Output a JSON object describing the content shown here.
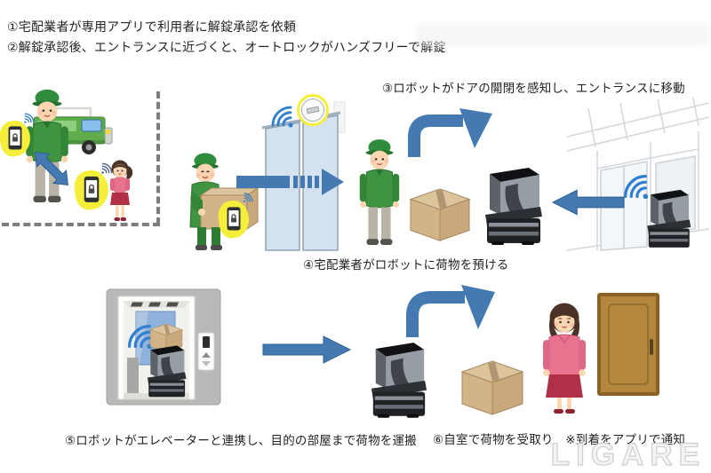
{
  "header": {
    "line1": "①宅配業者が専用アプリで利用者に解錠承認を依頼",
    "line2": "②解錠承認後、エントランスに近づくと、オートロックがハンズフリーで解錠"
  },
  "steps": {
    "step3": "③ロボットがドアの開閉を感知し、エントランスに移動",
    "step4": "④宅配業者がロボットに荷物を預ける",
    "step5": "⑤ロボットがエレベーターと連携し、目的の部屋まで荷物を運搬",
    "step6": "⑥自室で荷物を受取り　※到着をアプリで通知"
  },
  "watermark": {
    "text": "LIGARE"
  },
  "icons": {
    "wifi": "wifi-signal-arcs",
    "lock_phone": "smartphone-with-padlock",
    "sensor": "autolock-sensor-circle",
    "flow_arrow": "blue-flow-arrow",
    "robot": "delivery-robot",
    "box": "cardboard-box",
    "elevator": "elevator-cabin",
    "entrance": "entrance-glass-doors",
    "door": "apartment-wooden-door"
  },
  "colors": {
    "arrow_blue": "#4579b2",
    "wifi_blue": "#2f7fd0",
    "glow_yellow": "#f5ef3c",
    "uniform_green": "#3f9440",
    "truck_green": "#5fae4b",
    "door_glass": "#d4e1ee",
    "cardboard": "#d2b488",
    "robot_dark": "#1f2125",
    "elevator_gray": "#b9b9b7",
    "wood_brown": "#b5873e",
    "pink": "#e8738f",
    "skirt_red": "#b03048",
    "text_dark": "#222222",
    "watermark_gray": "#cfcfcf"
  }
}
